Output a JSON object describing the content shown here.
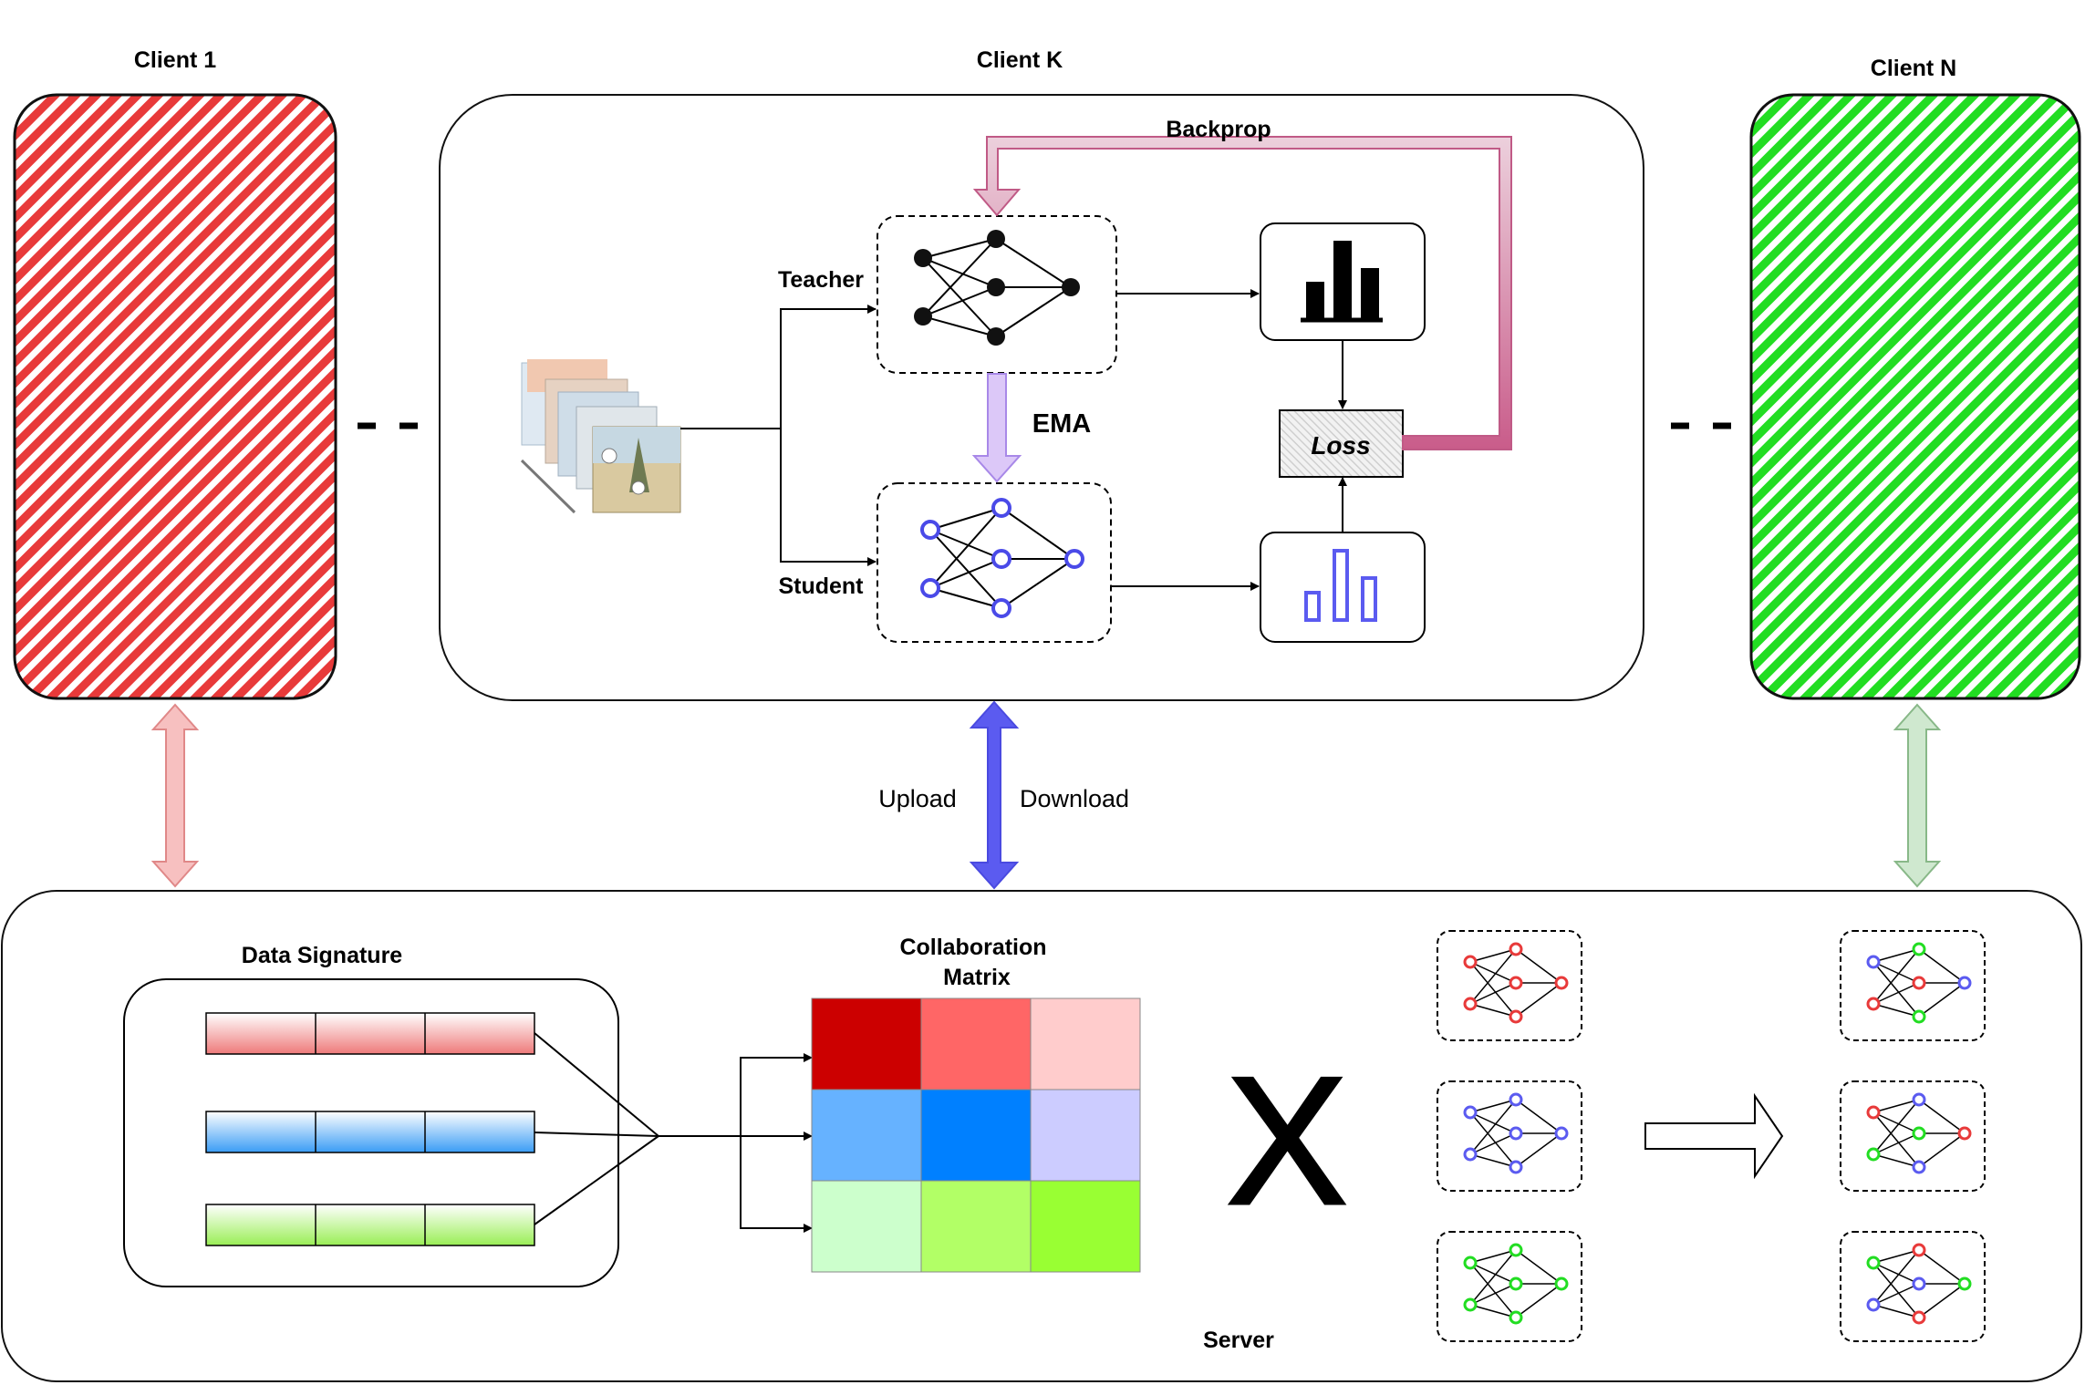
{
  "clients": {
    "client_1": "Client 1",
    "client_k": "Client K",
    "client_n": "Client  N"
  },
  "client_k": {
    "backprop": "Backprop",
    "teacher": "Teacher",
    "student": "Student",
    "ema": "EMA",
    "loss": "Loss"
  },
  "transfer": {
    "upload": "Upload",
    "download": "Download"
  },
  "server": {
    "label": "Server",
    "data_signature": "Data Signature",
    "collab_matrix_line1": "Collaboration",
    "collab_matrix_line2": "Matrix",
    "multiply_symbol": "X"
  },
  "colors": {
    "client_1": "#e83a3a",
    "client_k": "#5b5bf0",
    "client_n": "#22dd22",
    "backprop_arrow": "#d0709a",
    "ema_arrow": "#c8a8f0",
    "matrix": [
      [
        "#cc0000",
        "#ff6666",
        "#ffcccc"
      ],
      [
        "#66b2ff",
        "#0080ff",
        "#ccccff"
      ],
      [
        "#ccffcc",
        "#b2ff66",
        "#99ff33"
      ]
    ]
  }
}
